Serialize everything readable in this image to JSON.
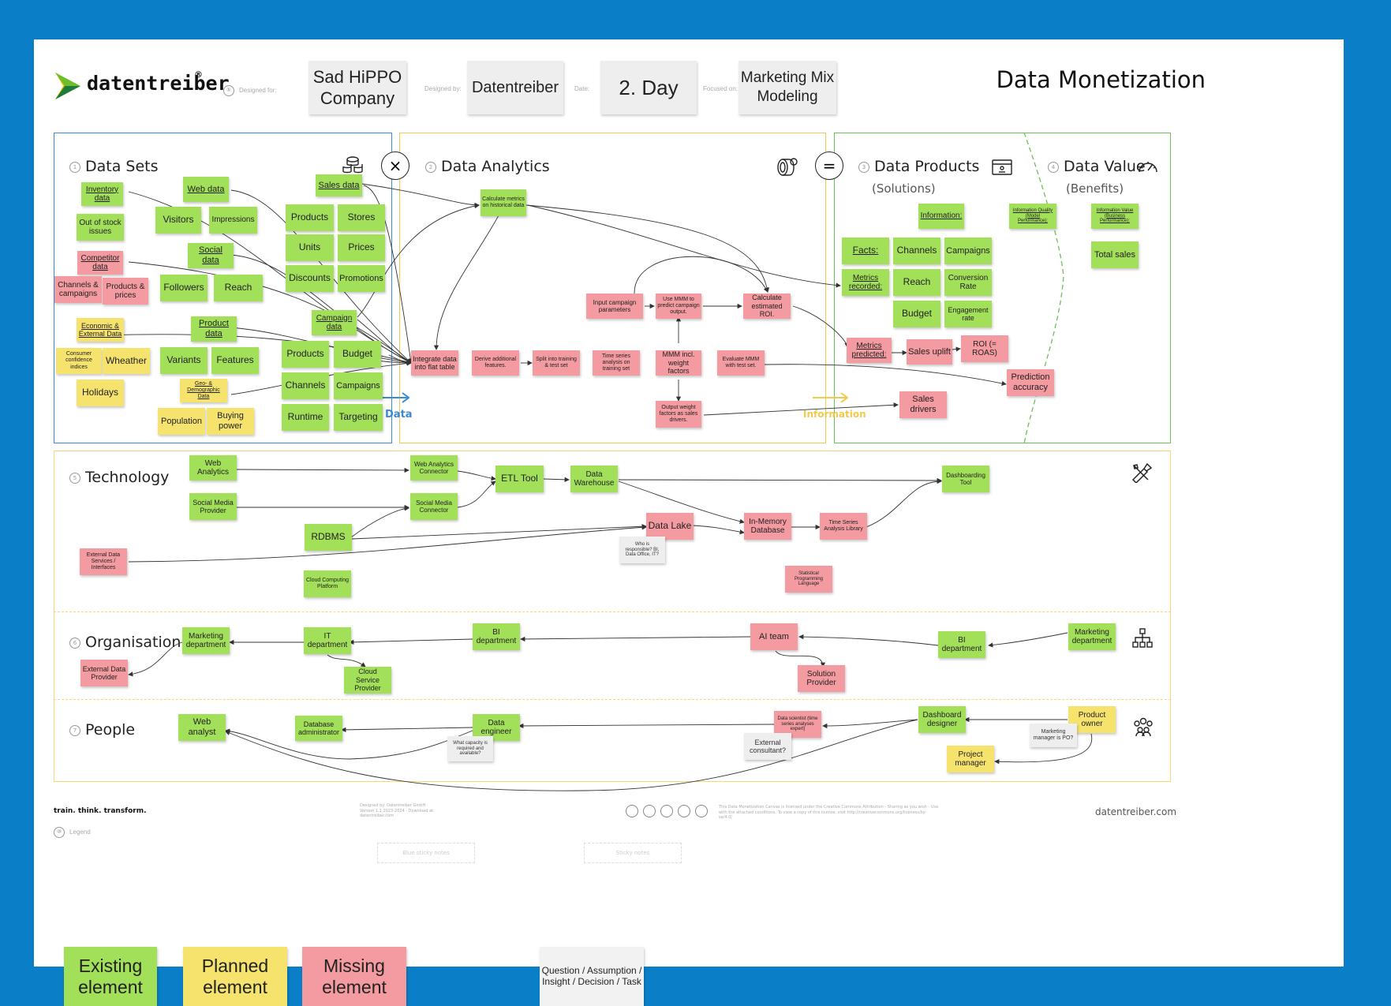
{
  "brand": {
    "logo_text": "datentreiber",
    "registered": "®",
    "tagline": "train. think. transform.",
    "website": "datentreiber.com"
  },
  "header": {
    "designed_for_label": "Designed for:",
    "designed_for": "Sad HiPPO Company",
    "designed_by_label": "Designed by:",
    "designed_by": "Datentreiber",
    "date_label": "Date:",
    "date": "2. Day",
    "focused_on_label": "Focused on:",
    "focused_on": "Marketing Mix Modeling",
    "title": "Data Monetization"
  },
  "sections": {
    "data_sets": "Data Sets",
    "data_analytics": "Data Analytics",
    "data_products": "Data Products",
    "data_products_sub": "(Solutions)",
    "data_value": "Data Value",
    "data_value_sub": "(Benefits)",
    "technology": "Technology",
    "organisation": "Organisation",
    "people": "People"
  },
  "operators": {
    "times": "×",
    "equals": "="
  },
  "flow_labels": {
    "data": "Data",
    "information": "Information"
  },
  "notes": {
    "ds_inventory": "Inventory data",
    "ds_web": "Web data",
    "ds_out_of_stock": "Out of stock issues",
    "ds_visitors": "Visitors",
    "ds_impressions": "Impressions",
    "ds_sales": "Sales data",
    "ds_products1": "Products",
    "ds_stores": "Stores",
    "ds_units": "Units",
    "ds_prices": "Prices",
    "ds_competitor": "Competitor data",
    "ds_social": "Social data",
    "ds_discounts": "Discounts",
    "ds_promotions": "Promotions",
    "ds_channels_campaigns": "Channels & campaigns",
    "ds_products_prices": "Products & prices",
    "ds_followers": "Followers",
    "ds_reach": "Reach",
    "ds_campaign": "Campaign data",
    "ds_economic": "Economic & External Data",
    "ds_product_data": "Product data",
    "ds_consumer_conf": "Consumer confidence indices",
    "ds_weather": "Wheather",
    "ds_variants": "Variants",
    "ds_features": "Features",
    "ds_products2": "Products",
    "ds_budget": "Budget",
    "ds_holidays": "Holidays",
    "ds_geo": "Geo- & Demographic Data",
    "ds_channels": "Channels",
    "ds_campaigns": "Campaigns",
    "ds_population": "Population",
    "ds_buying_power": "Buying power",
    "ds_runtime": "Runtime",
    "ds_targeting": "Targeting",
    "da_calc_metrics": "Calculate metrics on historical data",
    "da_input_params": "Input campaign parameters",
    "da_use_mmm": "Use MMM to predict campaign output.",
    "da_calc_roi": "Calculate estimated ROI.",
    "da_integrate": "Integrate data into flat table",
    "da_derive": "Derive additional features.",
    "da_split": "Split into training & test set",
    "da_ts_analysis": "Time series analysis on training set",
    "da_mmm_weights": "MMM incl. weight factors",
    "da_evaluate": "Evaluate MMM with test set.",
    "da_output_weights": "Output weight factors as sales drivers.",
    "dp_information": "Information:",
    "dp_facts": "Facts:",
    "dp_channels": "Channels",
    "dp_campaigns": "Campaigns",
    "dp_metrics_recorded": "Metrics recorded:",
    "dp_reach": "Reach",
    "dp_conversion": "Conversion Rate",
    "dp_budget": "Budget",
    "dp_engagement": "Engagement rate",
    "dp_metrics_predicted": "Metrics predicted:",
    "dp_sales_uplift": "Sales uplift",
    "dp_roi": "ROI (= ROAS)",
    "dp_prediction_acc": "Prediction accuracy",
    "dp_sales_drivers": "Sales drivers",
    "dv_info_quality": "Information Quality (Model Performance):",
    "dv_info_value": "Information Value (Business Performance):",
    "dv_total_sales": "Total sales",
    "t_web_analytics": "Web Analytics",
    "t_social_provider": "Social Media Provider",
    "t_rdbms": "RDBMS",
    "t_external_services": "External Data Services / Interfaces",
    "t_cloud": "Cloud Computing Platform",
    "t_wa_connector": "Web Analytics Connector",
    "t_sm_connector": "Social Media Connector",
    "t_etl": "ETL Tool",
    "t_dwh": "Data Warehouse",
    "t_data_lake": "Data Lake",
    "t_who_responsible": "Who is responsible? BI, Data Office, IT?",
    "t_in_memory": "In-Memory Database",
    "t_ts_library": "Time Series Analysis Library",
    "t_stat_lang": "Statistical Programming Language",
    "t_dashboarding": "Dashboarding Tool",
    "o_marketing1": "Marketing department",
    "o_external_provider": "External Data Provider",
    "o_it": "IT department",
    "o_cloud_provider": "Cloud Service Provider",
    "o_bi1": "BI department",
    "o_ai_team": "AI team",
    "o_solution_provider": "Solution Provider",
    "o_bi2": "BI department",
    "o_marketing2": "Marketing department",
    "p_web_analyst": "Web analyst",
    "p_db_admin": "Database administrator",
    "p_data_engineer": "Data engineer",
    "p_capacity_q": "What capacity is required and available?",
    "p_data_scientist": "Data scientist (time series analyses expert)",
    "p_external_consultant": "External consultant?",
    "p_dashboard_designer": "Dashboard designer",
    "p_product_owner": "Product owner",
    "p_marketing_manager_q": "Marketing manager is PO?",
    "p_project_manager": "Project manager"
  },
  "legend": {
    "title": "Legend",
    "existing": "Existing element",
    "planned": "Planned element",
    "missing": "Missing element",
    "question": "Question / Assumption / Insight / Decision / Task",
    "blue_sticky": "Blue sticky notes",
    "sticky_notes": "Sticky notes"
  },
  "footer": {
    "credits": "Designed by: Datentreiber GmbH · Version 1.1 2023-2024 · Download at: datentreiber.com",
    "license": "This Data Monetization Canvas is licensed under the Creative Commons Attribution - Sharing as you wish - Use with the attached conditions. To view a copy of this license, visit http://creativecommons.org/licenses/by-sa/4.0/"
  },
  "colors": {
    "background": "#0a7fc8",
    "existing": "#a3e05a",
    "planned": "#f6e36e",
    "missing": "#f39ba0",
    "question": "#eeeeee",
    "data_sets_frame": "#3b8ad9",
    "analytics_frame": "#f2c94c",
    "products_frame": "#6cbf5a"
  },
  "icons": [
    "database-stack-icon",
    "gears-icon",
    "id-card-icon",
    "speedometer-icon",
    "tools-icon",
    "org-chart-icon",
    "people-group-icon",
    "creative-commons-icons"
  ]
}
